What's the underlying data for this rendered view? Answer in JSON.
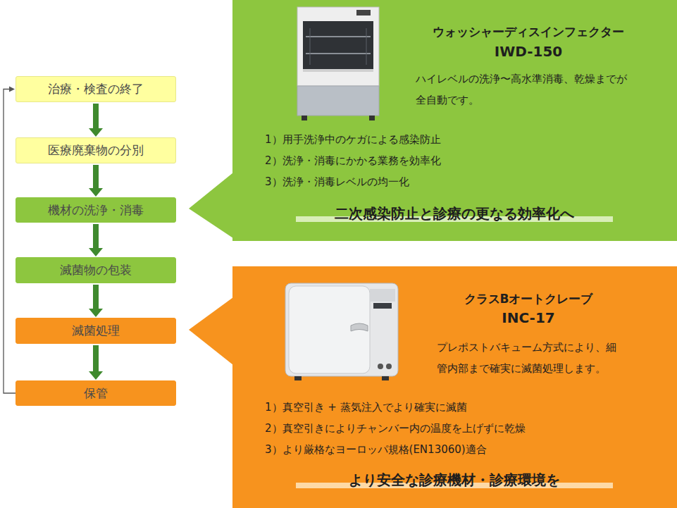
{
  "diagram": {
    "nodes": [
      {
        "text": [
          "治療・検査の終了"
        ]
      },
      {
        "text": [
          "医療廃棄物の分別"
        ]
      },
      {
        "text": [
          "機材の洗浄・消毒"
        ]
      },
      {
        "text": [
          "滅菌物の包装"
        ]
      },
      {
        "text": [
          "滅菌処理"
        ]
      },
      {
        "text": [
          "保管"
        ]
      },
      {
        "text": [
          "ウォッシャーディスインフェクター",
          "IWD-150",
          "ハイレベルの洗浄〜高水準消毒、乾燥までが全自動です。",
          "1）用手洗浄中のケガによる感染防止",
          "2）洗浄・消毒にかかる業務を効率化",
          "3）洗浄・消毒レベルの均一化",
          "二次感染防止と診療の更なる効率化へ"
        ]
      },
      {
        "text": [
          "クラスBオートクレーブ",
          "INC-17",
          "プレポストバキューム方式により、細管内部まで確実に滅菌処理します。",
          "1）真空引き + 蒸気注入でより確実に滅菌",
          "2）真空引きによりチャンバー内の温度を上げずに乾燥",
          "3）より厳格なヨーロッパ規格(EN13060)適合",
          "より安全な診療機材・診療環境を"
        ]
      }
    ],
    "edges": [
      {
        "from": 0,
        "to": 1,
        "arrow": "to"
      },
      {
        "from": 1,
        "to": 2,
        "arrow": "to"
      },
      {
        "from": 2,
        "to": 3,
        "arrow": "to"
      },
      {
        "from": 3,
        "to": 4,
        "arrow": "to"
      },
      {
        "from": 4,
        "to": 5,
        "arrow": "to"
      },
      {
        "from": 5,
        "to": 0,
        "arrow": "to"
      }
    ]
  }
}
